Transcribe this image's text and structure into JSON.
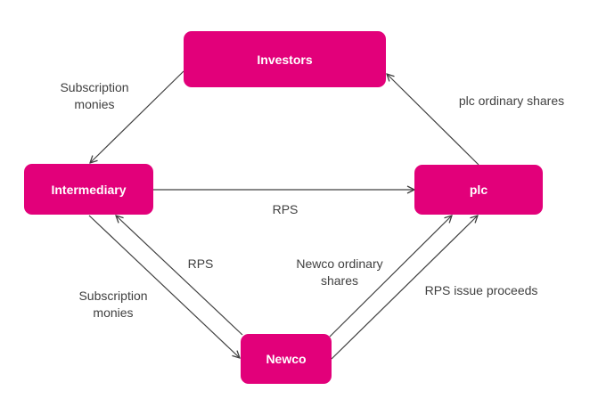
{
  "diagram": {
    "entities": {
      "investors": "Investors",
      "intermediary": "Intermediary",
      "plc": "plc",
      "newco": "Newco"
    },
    "flows": [
      {
        "from": "investors",
        "to": "intermediary",
        "label_lines": [
          "Subscription",
          "monies"
        ]
      },
      {
        "from": "plc",
        "to": "investors",
        "label_lines": [
          "plc ordinary shares"
        ]
      },
      {
        "from": "intermediary",
        "to": "plc",
        "label_lines": [
          "RPS"
        ]
      },
      {
        "from": "newco",
        "to": "intermediary",
        "label_lines": [
          "RPS"
        ]
      },
      {
        "from": "intermediary",
        "to": "newco",
        "label_lines": [
          "Subscription",
          "monies"
        ]
      },
      {
        "from": "newco",
        "to": "plc",
        "label_lines": [
          "Newco ordinary",
          "shares"
        ]
      },
      {
        "from": "newco",
        "to": "plc",
        "label_lines": [
          "RPS issue proceeds"
        ]
      }
    ],
    "colors": {
      "box_fill": "#e2007a",
      "box_text": "#ffffff",
      "line": "#404040",
      "label": "#404040"
    }
  }
}
